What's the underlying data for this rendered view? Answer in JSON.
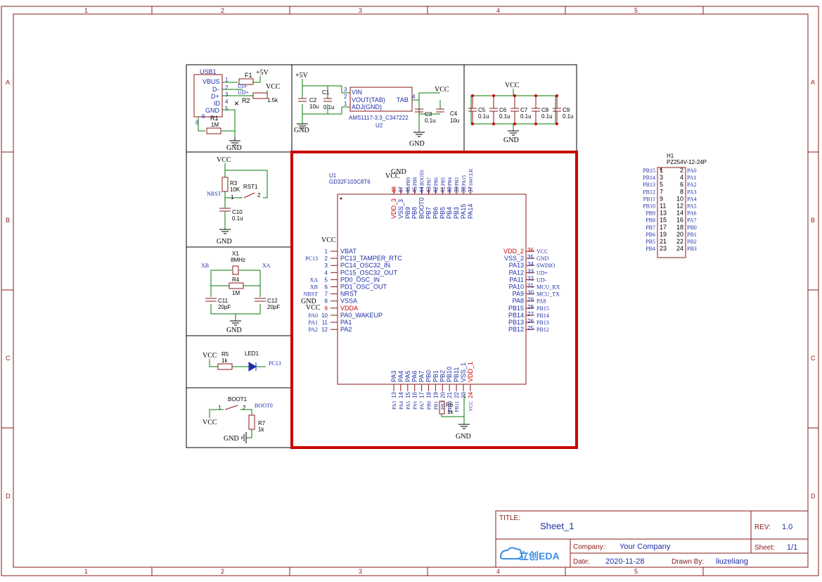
{
  "frame": {
    "col_labels": [
      "1",
      "2",
      "3",
      "4",
      "5"
    ],
    "row_labels": [
      "A",
      "B",
      "C",
      "D"
    ]
  },
  "title_block": {
    "title_label": "TITLE:",
    "title_value": "Sheet_1",
    "rev_label": "REV:",
    "rev_value": "1.0",
    "company_label": "Company:",
    "company_value": "Your Company",
    "sheet_label": "Sheet:",
    "sheet_value": "1/1",
    "date_label": "Date:",
    "date_value": "2020-11-28",
    "drawn_label": "Drawn By:",
    "drawn_value": "liuzeliang",
    "logo_text": "立创EDA"
  },
  "usb": {
    "ref": "USB1",
    "fuse": "F1",
    "p5v": "+5V",
    "vcc": "VCC",
    "pins": [
      "VBUS",
      "D-",
      "D+",
      "ID",
      "GND"
    ],
    "pin_nums": [
      "1",
      "2",
      "3",
      "4",
      "5",
      "6",
      "6"
    ],
    "udm": "UD-",
    "udp": "UD+",
    "r2": "R2",
    "r2v": "1.5k",
    "r1": "R1",
    "r1v": "1M",
    "gnd": "GND"
  },
  "ldo": {
    "p5v": "+5V",
    "c2": "C2",
    "c2v": "10u",
    "c1": "C1",
    "c1v": "0.1u",
    "vin": "VIN",
    "vout": "VOUT(TAB)",
    "adj": "ADJ(GND)",
    "tab": "TAB",
    "pin3": "3",
    "pin2": "2",
    "pin1": "1",
    "pin4": "4",
    "part": "AMS1117-3.3_C347222",
    "ref": "U2",
    "c3": "C3",
    "c3v": "0.1u",
    "c4": "C4",
    "c4v": "10u",
    "vcc": "VCC",
    "gnd": "GND",
    "gnd2": "GND"
  },
  "decoup": {
    "vcc": "VCC",
    "gnd": "GND",
    "caps": [
      {
        "ref": "C5",
        "val": "0.1u"
      },
      {
        "ref": "C6",
        "val": "0.1u"
      },
      {
        "ref": "C7",
        "val": "0.1u"
      },
      {
        "ref": "C8",
        "val": "0.1u"
      },
      {
        "ref": "C9",
        "val": "0.1u"
      }
    ]
  },
  "reset": {
    "vcc": "VCC",
    "r3": "R3",
    "r3v": "10K",
    "rst": "RST1",
    "nrst": "NRST",
    "p1": "1",
    "p2": "2",
    "c10": "C10",
    "c10v": "0.1u",
    "gnd": "GND"
  },
  "xtal": {
    "x1": "X1",
    "x1v": "8MHz",
    "xb": "XB",
    "xa": "XA",
    "r4": "R4",
    "r4v": "1M",
    "c11": "C11",
    "c11v": "20pF",
    "c12": "C12",
    "c12v": "20pF",
    "gnd": "GND"
  },
  "led": {
    "vcc": "VCC",
    "r5": "R5",
    "r5v": "1k",
    "led": "LED1",
    "net": "PC13"
  },
  "boot": {
    "ref": "BOOT1",
    "p1": "1",
    "p2": "2",
    "net": "BOOT0",
    "vcc": "VCC",
    "r7": "R7",
    "r7v": "1k",
    "gnd": "GND"
  },
  "mcu": {
    "ref": "U1",
    "part": "GD32F103C8T6",
    "vcc_top": "VCC",
    "gnd_top": "GND",
    "left_pins": [
      {
        "num": "1",
        "name": "VBAT",
        "net": "",
        "red": false
      },
      {
        "num": "2",
        "name": "PC13_TAMPER_RTC",
        "net": "PC13",
        "red": false
      },
      {
        "num": "3",
        "name": "PC14_OSC32_IN",
        "net": "",
        "red": false
      },
      {
        "num": "4",
        "name": "PC15_OSC32_OUT",
        "net": "",
        "red": false
      },
      {
        "num": "5",
        "name": "PD0_OSC_IN",
        "net": "XA",
        "red": false
      },
      {
        "num": "6",
        "name": "PD1_OSC_OUT",
        "net": "XB",
        "red": false
      },
      {
        "num": "7",
        "name": "NRST",
        "net": "NRST",
        "red": false
      },
      {
        "num": "8",
        "name": "VSSA",
        "net": "",
        "red": false
      },
      {
        "num": "9",
        "name": "VDDA",
        "net": "",
        "red": true
      },
      {
        "num": "10",
        "name": "PA0_WAKEUP",
        "net": "PA0",
        "red": false
      },
      {
        "num": "11",
        "name": "PA1",
        "net": "PA1",
        "red": false
      },
      {
        "num": "12",
        "name": "PA2",
        "net": "PA2",
        "red": false
      }
    ],
    "left_vcc": "VCC",
    "left_gnd": "GND",
    "left_vcc2": "VCC",
    "right_pins": [
      {
        "num": "36",
        "name": "VDD_2",
        "net": "VCC",
        "red": true
      },
      {
        "num": "35",
        "name": "VSS_2",
        "net": "GND",
        "red": false
      },
      {
        "num": "34",
        "name": "PA13",
        "net": "SWDIO",
        "red": false
      },
      {
        "num": "33",
        "name": "PA12",
        "net": "UD+",
        "red": false
      },
      {
        "num": "32",
        "name": "PA11",
        "net": "UD-",
        "red": false
      },
      {
        "num": "31",
        "name": "PA10",
        "net": "MCU_RX",
        "red": false
      },
      {
        "num": "30",
        "name": "PA9",
        "net": "MCU_TX",
        "red": false
      },
      {
        "num": "29",
        "name": "PA8",
        "net": "PA8",
        "red": false
      },
      {
        "num": "28",
        "name": "PB15",
        "net": "PB15",
        "red": false
      },
      {
        "num": "27",
        "name": "PB14",
        "net": "PB14",
        "red": false
      },
      {
        "num": "26",
        "name": "PB13",
        "net": "PB13",
        "red": false
      },
      {
        "num": "25",
        "name": "PB12",
        "net": "PB12",
        "red": false
      }
    ],
    "top_pins": [
      {
        "num": "48",
        "name": "VDD_3",
        "net": "",
        "red": true
      },
      {
        "num": "47",
        "name": "VSS_3",
        "net": "",
        "red": false
      },
      {
        "num": "46",
        "name": "PB9",
        "net": "PB9",
        "red": false
      },
      {
        "num": "45",
        "name": "PB8",
        "net": "PB8",
        "red": false
      },
      {
        "num": "44",
        "name": "BOOT0",
        "net": "BOOT0",
        "red": false
      },
      {
        "num": "43",
        "name": "PB7",
        "net": "PB7",
        "red": false
      },
      {
        "num": "42",
        "name": "PB6",
        "net": "PB6",
        "red": false
      },
      {
        "num": "41",
        "name": "PB5",
        "net": "PB5",
        "red": false
      },
      {
        "num": "40",
        "name": "PB4",
        "net": "PB4",
        "red": false
      },
      {
        "num": "39",
        "name": "PB3",
        "net": "PB3",
        "red": false
      },
      {
        "num": "38",
        "name": "PA15",
        "net": "PA15",
        "red": false
      },
      {
        "num": "37",
        "name": "PA14",
        "net": "SWCLK",
        "red": false
      }
    ],
    "bottom_pins": [
      {
        "num": "13",
        "name": "PA3",
        "net": "PA3",
        "red": false
      },
      {
        "num": "14",
        "name": "PA4",
        "net": "PA4",
        "red": false
      },
      {
        "num": "15",
        "name": "PA5",
        "net": "PA5",
        "red": false
      },
      {
        "num": "16",
        "name": "PA6",
        "net": "PA6",
        "red": false
      },
      {
        "num": "17",
        "name": "PA7",
        "net": "PA7",
        "red": false
      },
      {
        "num": "18",
        "name": "PB0",
        "net": "PB0",
        "red": false
      },
      {
        "num": "19",
        "name": "PB1",
        "net": "PB1",
        "red": false
      },
      {
        "num": "20",
        "name": "PB2",
        "net": "PB2",
        "red": false
      },
      {
        "num": "21",
        "name": "PB10",
        "net": "PB10",
        "red": false
      },
      {
        "num": "22",
        "name": "PB11",
        "net": "PB11",
        "red": false
      },
      {
        "num": "23",
        "name": "VSS_1",
        "net": "",
        "red": false
      },
      {
        "num": "24",
        "name": "VDD_1",
        "net": "VCC",
        "red": true
      }
    ],
    "r6": "R6",
    "r6v": "1k",
    "gnd_bottom": "GND"
  },
  "header": {
    "ref": "H1",
    "part": "PZ254V-12-24P",
    "rows": [
      {
        "ln": "PB15",
        "lp": "1",
        "rp": "2",
        "rn": "PA0"
      },
      {
        "ln": "PB14",
        "lp": "3",
        "rp": "4",
        "rn": "PA1"
      },
      {
        "ln": "PB13",
        "lp": "5",
        "rp": "6",
        "rn": "PA2"
      },
      {
        "ln": "PB12",
        "lp": "7",
        "rp": "8",
        "rn": "PA3"
      },
      {
        "ln": "PB11",
        "lp": "9",
        "rp": "10",
        "rn": "PA4"
      },
      {
        "ln": "PB10",
        "lp": "11",
        "rp": "12",
        "rn": "PA5"
      },
      {
        "ln": "PB9",
        "lp": "13",
        "rp": "14",
        "rn": "PA6"
      },
      {
        "ln": "PB8",
        "lp": "15",
        "rp": "16",
        "rn": "PA7"
      },
      {
        "ln": "PB7",
        "lp": "17",
        "rp": "18",
        "rn": "PB0"
      },
      {
        "ln": "PB6",
        "lp": "19",
        "rp": "20",
        "rn": "PB1"
      },
      {
        "ln": "PB5",
        "lp": "21",
        "rp": "22",
        "rn": "PB2"
      },
      {
        "ln": "PB4",
        "lp": "23",
        "rp": "24",
        "rn": "PB3"
      }
    ]
  }
}
